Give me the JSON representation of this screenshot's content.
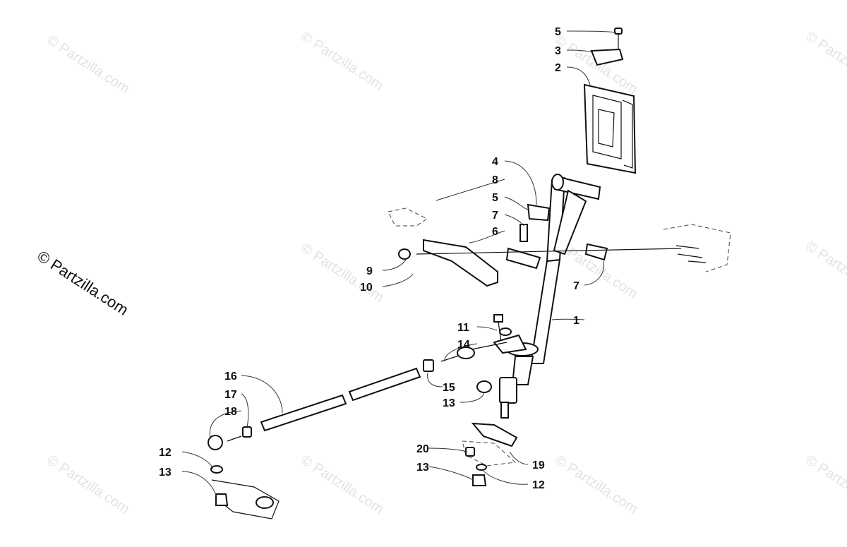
{
  "watermark": {
    "text": "© Partzilla.com"
  },
  "credit": {
    "text": "© Partzilla.com"
  },
  "callouts": [
    "5",
    "3",
    "2",
    "4",
    "8",
    "5",
    "7",
    "6",
    "9",
    "10",
    "7",
    "1",
    "11",
    "14",
    "16",
    "17",
    "18",
    "15",
    "13",
    "12",
    "13",
    "20",
    "13",
    "19",
    "12"
  ]
}
